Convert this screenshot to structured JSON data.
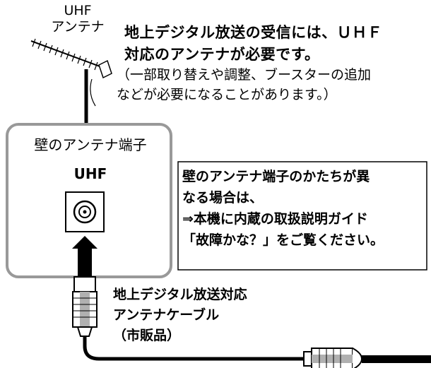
{
  "antenna": {
    "label_line1": "UHF",
    "label_line2": "アンテナ"
  },
  "title": {
    "line1": "地上デジタル放送の受信には、ＵＨＦ",
    "line2": "対応のアンテナが必要です。"
  },
  "note": {
    "line1": "（一部取り替えや調整、ブースターの追加",
    "line2": "などが必要になることがあります。）"
  },
  "wall_terminal": {
    "label": "壁のアンテナ端子",
    "type": "UHF"
  },
  "info_box": {
    "line1": "壁のアンテナ端子のかたちが異",
    "line2": "なる場合は、",
    "line3": "⇒本機に内蔵の取扱説明ガイド",
    "line4": "「故障かな？」をご覧ください。"
  },
  "cable": {
    "line1": "地上デジタル放送対応",
    "line2": "アンテナケーブル",
    "line3": "（市販品）"
  }
}
